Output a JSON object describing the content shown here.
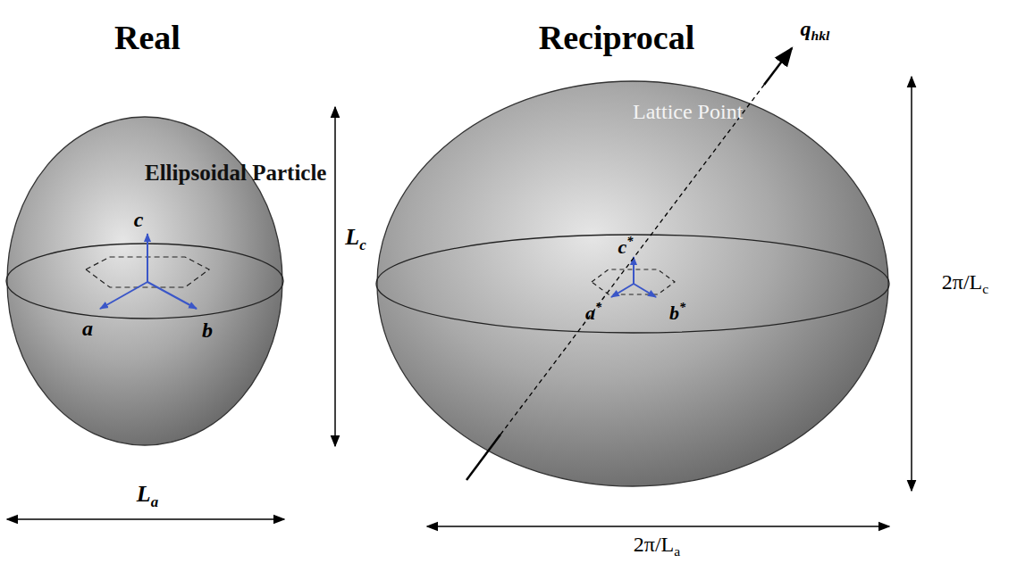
{
  "diagram": {
    "nodes": [
      {
        "text": [
          "Ellipsoidal Particle"
        ]
      },
      {
        "text": [
          "Lattice Point"
        ]
      }
    ],
    "labels": [
      "Real",
      "Reciprocal",
      "c",
      "a",
      "b",
      "Lc",
      "La",
      "c*",
      "a*",
      "b*",
      "qhkl",
      "2π/Lc",
      "2π/La"
    ]
  }
}
